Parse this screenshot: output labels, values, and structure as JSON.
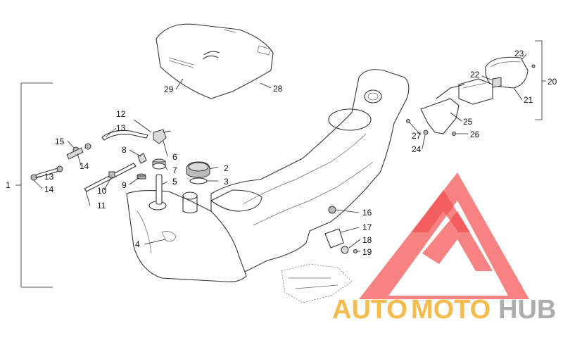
{
  "callouts": {
    "c1": "1",
    "c2": "2",
    "c3": "3",
    "c4": "4",
    "c5": "5",
    "c6": "6",
    "c7": "7",
    "c8": "8",
    "c9": "9",
    "c10": "10",
    "c11": "11",
    "c12": "12",
    "c13a": "13",
    "c13b": "13",
    "c14a": "14",
    "c14b": "14",
    "c15": "15",
    "c16": "16",
    "c17": "17",
    "c18": "18",
    "c19": "19",
    "c20": "20",
    "c21": "21",
    "c22": "22",
    "c23": "23",
    "c24": "24",
    "c25": "25",
    "c26": "26",
    "c27": "27",
    "c28": "28",
    "c29": "29"
  },
  "watermark": {
    "part1": "AUTO",
    "part2": "MOTO",
    "part3": "HUB",
    "accent_color": "#f24d4d",
    "yellow_color": "#f5b43a",
    "gray_color": "#a5a5a5"
  }
}
